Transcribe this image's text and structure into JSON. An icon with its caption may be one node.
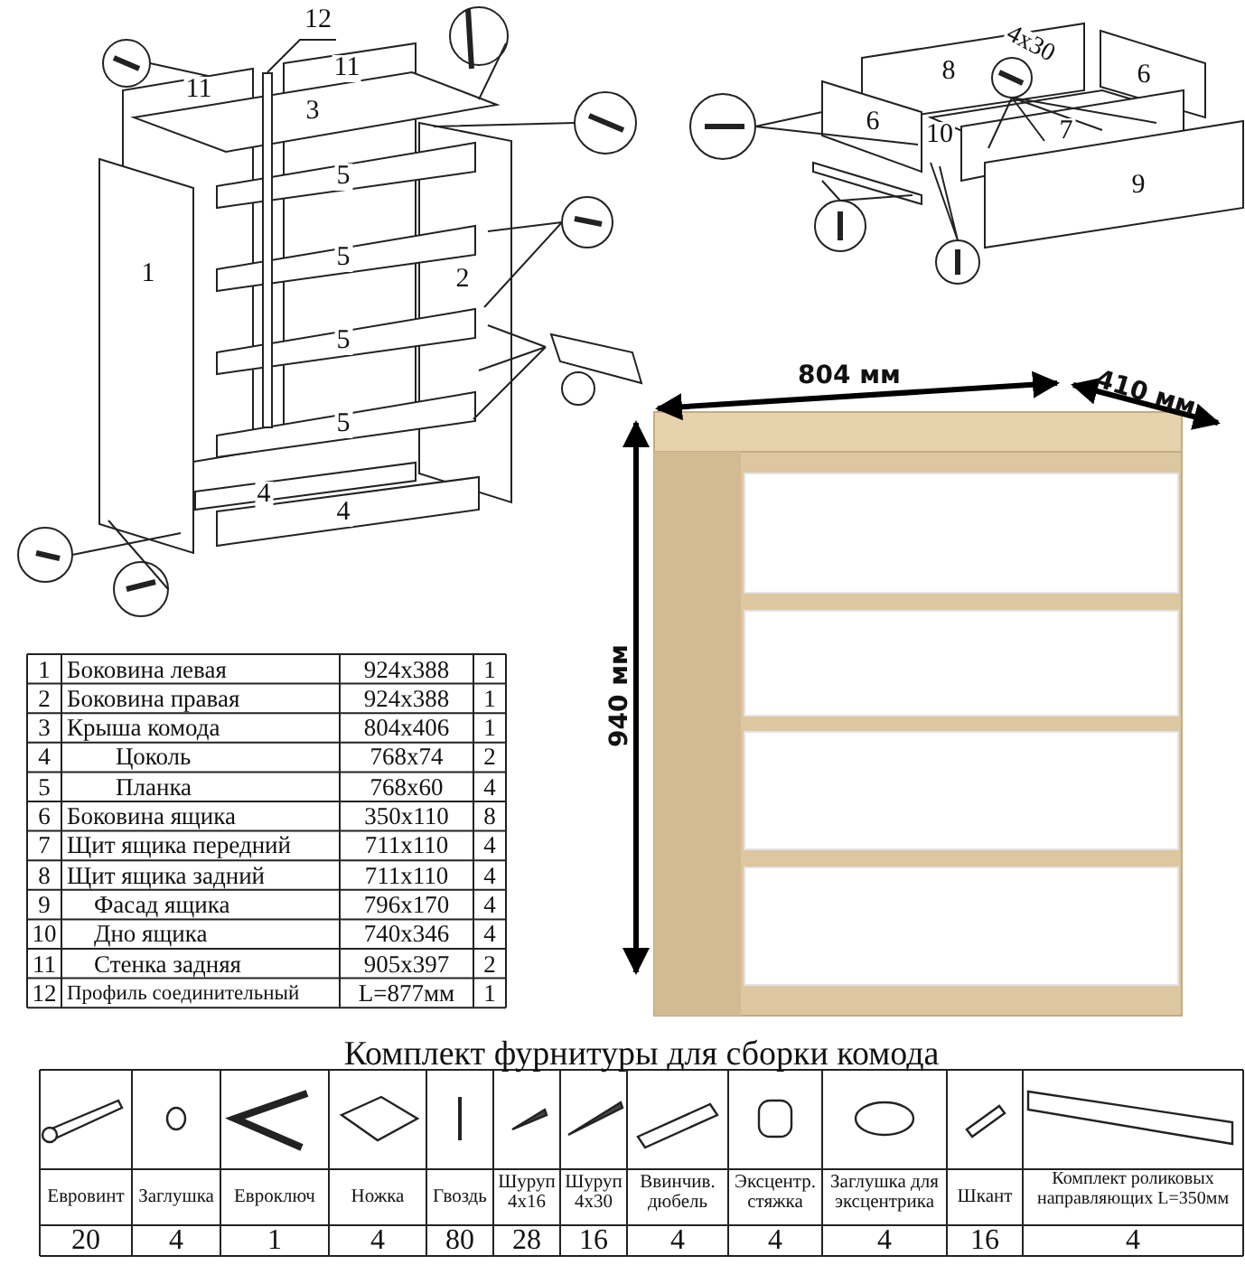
{
  "diagram": {
    "nodes": [
      {
        "text": [
          "12"
        ]
      },
      {
        "text": [],
        "shape": "bar"
      }
    ],
    "edges": [
      {
        "from": 0,
        "to": 1,
        "arrow": "none"
      }
    ],
    "labels": [
      "11",
      "11",
      "3",
      "5",
      "1",
      "5",
      "2",
      "5",
      "5",
      "4",
      "4",
      "8",
      "4x30",
      "6",
      "6",
      "10",
      "7",
      "9",
      "804 мм",
      "410 мм",
      "940 мм",
      "1",
      "Боковина левая",
      "924x388",
      "1",
      "2",
      "Боковина правая",
      "924x388",
      "1",
      "3",
      "Крыша комода",
      "804x406",
      "1",
      "4",
      "Цоколь",
      "768x74",
      "2",
      "5",
      "Планка",
      "768x60",
      "4",
      "6",
      "Боковина ящика",
      "350x110",
      "8",
      "7",
      "Щит ящика передний",
      "711x110",
      "4",
      "8",
      "Щит ящика задний",
      "711x110",
      "4",
      "9",
      "Фасад ящика",
      "796x170",
      "4",
      "10",
      "Дно ящика",
      "740x346",
      "4",
      "11",
      "Стенка задняя",
      "905x397",
      "2",
      "12",
      "Профиль соединительный",
      "L=877мм",
      "1",
      "Комплект фурнитуры для сборки комода",
      "Евровинт",
      "Заглушка",
      "Евроключ",
      "Ножка",
      "Гвоздь",
      "Шуруп 4x16",
      "Шуруп 4x30",
      "Ввинчив. дюбель",
      "Эксцентр. стяжка",
      "Заглушка для эксцентрика",
      "Шкант",
      "Комплект роликовых направляющих L=350мм",
      "20",
      "4",
      "1",
      "4",
      "80",
      "28",
      "16",
      "4",
      "4",
      "4",
      "16",
      "4"
    ]
  }
}
